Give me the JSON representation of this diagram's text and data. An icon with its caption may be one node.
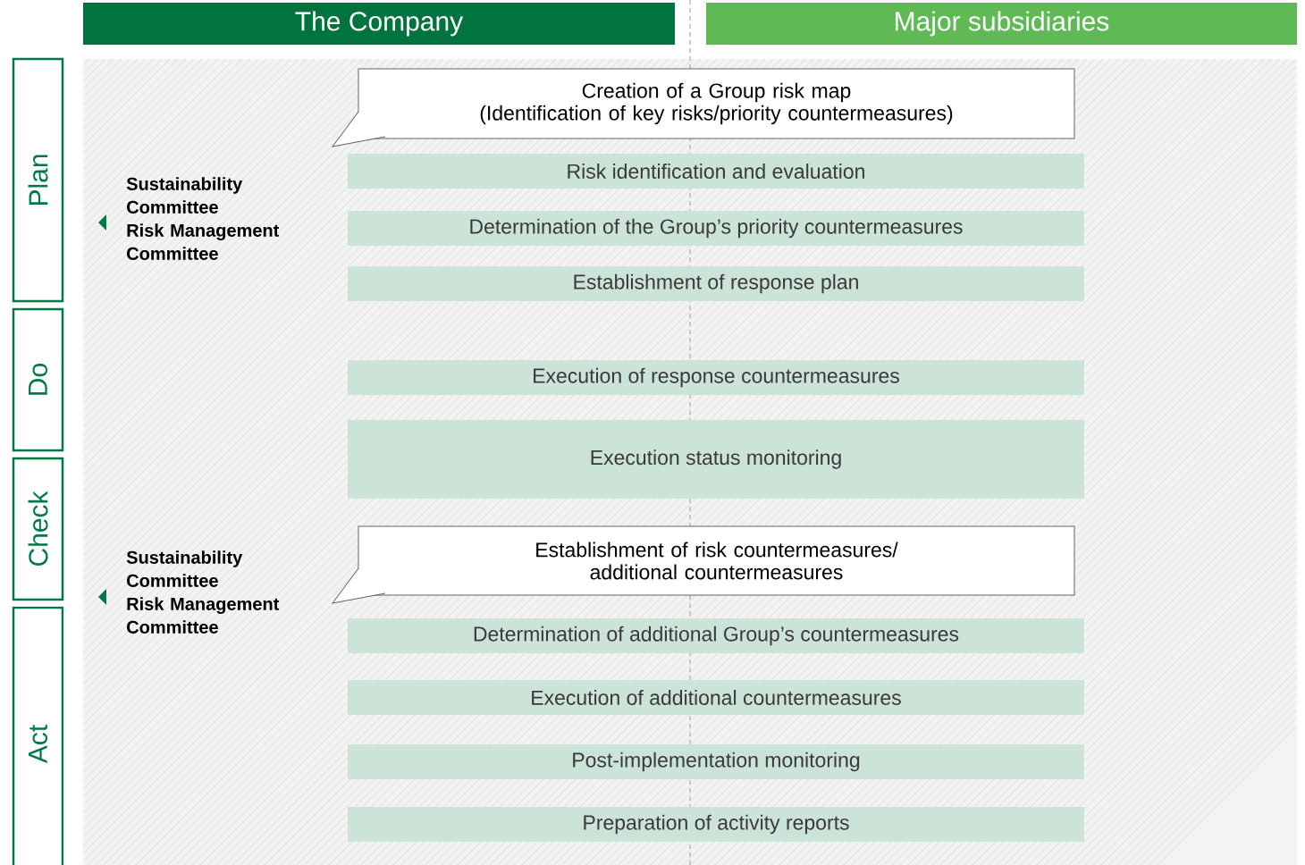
{
  "diagram": {
    "nodes": [
      {
        "text": [
          "The Company"
        ]
      },
      {
        "text": [
          "Major subsidiaries"
        ]
      },
      {
        "text": [
          "Plan"
        ]
      },
      {
        "text": [
          "Do"
        ]
      },
      {
        "text": [
          "Check"
        ]
      },
      {
        "text": [
          "Act"
        ]
      },
      {
        "text": [
          "Creation of a Group risk map",
          "(Identification of key risks/priority countermeasures)"
        ]
      },
      {
        "text": [
          "Risk identification and evaluation"
        ]
      },
      {
        "text": [
          "Determination of the Group’s priority countermeasures"
        ]
      },
      {
        "text": [
          "Establishment of response plan"
        ]
      },
      {
        "text": [
          "Execution of response countermeasures"
        ]
      },
      {
        "text": [
          "Execution status monitoring"
        ]
      },
      {
        "text": [
          "Establishment of risk countermeasures/ additional countermeasures"
        ]
      },
      {
        "text": [
          "Determination of additional Group’s countermeasures"
        ]
      },
      {
        "text": [
          "Execution of additional countermeasures"
        ]
      },
      {
        "text": [
          "Post-implementation monitoring"
        ]
      },
      {
        "text": [
          "Preparation of activity reports"
        ]
      }
    ],
    "labels": [
      "Sustainability Committee",
      "Risk Management Committee",
      "Sustainability Committee",
      "Risk Management Committee"
    ]
  }
}
